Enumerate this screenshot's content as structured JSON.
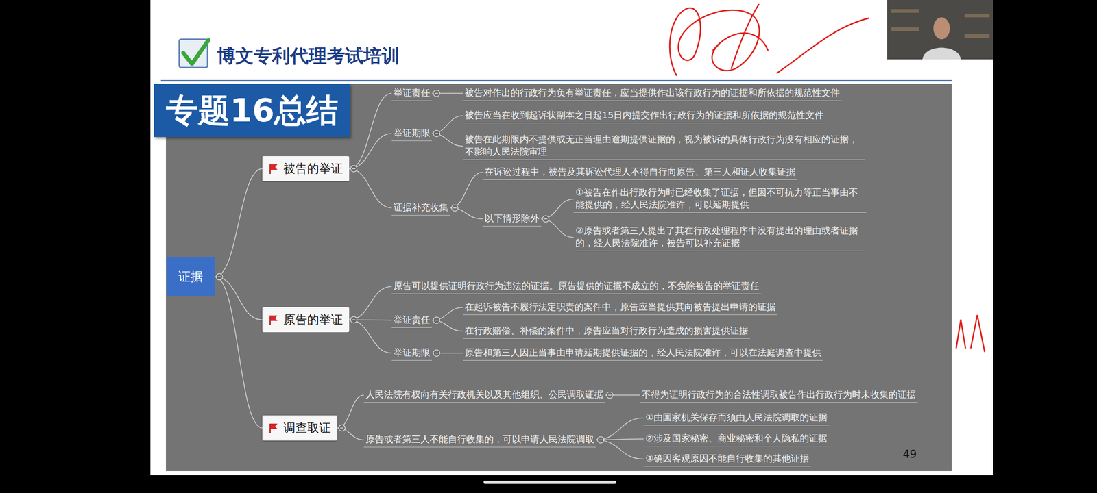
{
  "diagram": {
    "title": "专题16总结",
    "nodes": [
      {
        "text": [
          "证据"
        ]
      },
      {
        "text": [
          "被告的举证"
        ]
      },
      {
        "text": [
          "举证责任"
        ]
      },
      {
        "text": [
          "被告对作出的行政行为负有举证责任，应当提供作出该行政行为的证据和所依据的规范性文件"
        ]
      },
      {
        "text": [
          "举证期限"
        ]
      },
      {
        "text": [
          "被告应当在收到起诉状副本之日起15日内提交作出行政行为的证据和所依据的规范性文件"
        ]
      },
      {
        "text": [
          "被告在此期限内不提供或无正当理由逾期提供证据的，视为被诉的具体行政行为没有相应的证据，不影响人民法院审理"
        ]
      },
      {
        "text": [
          "证据补充收集"
        ]
      },
      {
        "text": [
          "在诉讼过程中，被告及其诉讼代理人不得自行向原告、第三人和证人收集证据"
        ]
      },
      {
        "text": [
          "以下情形除外"
        ]
      },
      {
        "text": [
          "①被告在作出行政行为时已经收集了证据，但因不可抗力等正当事由不能提供的，经人民法院准许，可以延期提供"
        ]
      },
      {
        "text": [
          "②原告或者第三人提出了其在行政处理程序中没有提出的理由或者证据的，经人民法院准许，被告可以补充证据"
        ]
      },
      {
        "text": [
          "原告的举证"
        ]
      },
      {
        "text": [
          "原告可以提供证明行政行为违法的证据。原告提供的证据不成立的，不免除被告的举证责任"
        ]
      },
      {
        "text": [
          "举证责任"
        ]
      },
      {
        "text": [
          "在起诉被告不履行法定职责的案件中，原告应当提供其向被告提出申请的证据"
        ]
      },
      {
        "text": [
          "在行政赔偿、补偿的案件中，原告应当对行政行为造成的损害提供证据"
        ]
      },
      {
        "text": [
          "举证期限"
        ]
      },
      {
        "text": [
          "原告和第三人因正当事由申请延期提供证据的，经人民法院准许，可以在法庭调查中提供"
        ]
      },
      {
        "text": [
          "调查取证"
        ]
      },
      {
        "text": [
          "人民法院有权向有关行政机关以及其他组织、公民调取证据"
        ]
      },
      {
        "text": [
          "不得为证明行政行为的合法性调取被告作出行政行为时未收集的证据"
        ]
      },
      {
        "text": [
          "原告或者第三人不能自行收集的，可以申请人民法院调取"
        ]
      },
      {
        "text": [
          "①由国家机关保存而须由人民法院调取的证据"
        ]
      },
      {
        "text": [
          "②涉及国家秘密、商业秘密和个人隐私的证据"
        ]
      },
      {
        "text": [
          "③确因客观原因不能自行收集的其他证据"
        ]
      }
    ],
    "edges": [
      {
        "from": 0,
        "to": 1,
        "arrow": "none"
      },
      {
        "from": 1,
        "to": 2,
        "arrow": "none"
      },
      {
        "from": 2,
        "to": 3,
        "arrow": "none"
      },
      {
        "from": 1,
        "to": 4,
        "arrow": "none"
      },
      {
        "from": 4,
        "to": 5,
        "arrow": "none"
      },
      {
        "from": 4,
        "to": 6,
        "arrow": "none"
      },
      {
        "from": 1,
        "to": 7,
        "arrow": "none"
      },
      {
        "from": 7,
        "to": 8,
        "arrow": "none"
      },
      {
        "from": 7,
        "to": 9,
        "arrow": "none"
      },
      {
        "from": 9,
        "to": 10,
        "arrow": "none"
      },
      {
        "from": 9,
        "to": 11,
        "arrow": "none"
      },
      {
        "from": 0,
        "to": 12,
        "arrow": "none"
      },
      {
        "from": 12,
        "to": 13,
        "arrow": "none"
      },
      {
        "from": 12,
        "to": 14,
        "arrow": "none"
      },
      {
        "from": 14,
        "to": 15,
        "arrow": "none"
      },
      {
        "from": 14,
        "to": 16,
        "arrow": "none"
      },
      {
        "from": 12,
        "to": 17,
        "arrow": "none"
      },
      {
        "from": 17,
        "to": 18,
        "arrow": "none"
      },
      {
        "from": 0,
        "to": 19,
        "arrow": "none"
      },
      {
        "from": 19,
        "to": 20,
        "arrow": "none"
      },
      {
        "from": 20,
        "to": 21,
        "arrow": "none"
      },
      {
        "from": 19,
        "to": 22,
        "arrow": "none"
      },
      {
        "from": 22,
        "to": 23,
        "arrow": "none"
      },
      {
        "from": 22,
        "to": 24,
        "arrow": "none"
      },
      {
        "from": 22,
        "to": 25,
        "arrow": "none"
      }
    ],
    "labels": [
      "博文专利代理考试培训",
      "49"
    ]
  }
}
